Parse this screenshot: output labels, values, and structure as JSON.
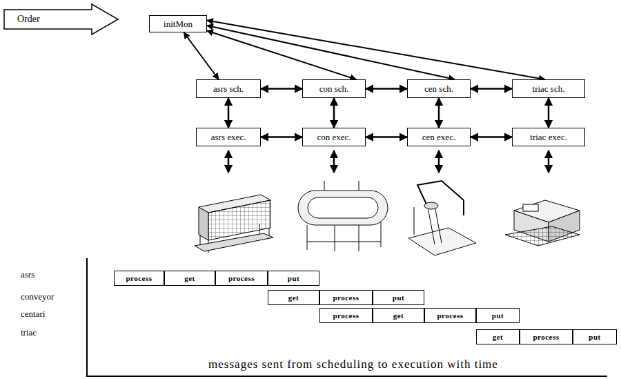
{
  "diagram": {
    "caption": "messages sent from scheduling to execution with time",
    "nodes": [
      {
        "text": [
          "Order"
        ]
      },
      {
        "text": [
          "initMon"
        ]
      },
      {
        "text": [
          "asrs sch."
        ]
      },
      {
        "text": [
          "con sch."
        ]
      },
      {
        "text": [
          "cen sch."
        ]
      },
      {
        "text": [
          "triac sch."
        ]
      },
      {
        "text": [
          "asrs exec."
        ]
      },
      {
        "text": [
          "con exec."
        ]
      },
      {
        "text": [
          "cen exec."
        ]
      },
      {
        "text": [
          "triac exec."
        ]
      },
      {
        "text": [
          "process"
        ]
      },
      {
        "text": [
          "get"
        ]
      },
      {
        "text": [
          "process"
        ]
      },
      {
        "text": [
          "put"
        ]
      },
      {
        "text": [
          "get"
        ]
      },
      {
        "text": [
          "process"
        ]
      },
      {
        "text": [
          "put"
        ]
      },
      {
        "text": [
          "process"
        ]
      },
      {
        "text": [
          "get"
        ]
      },
      {
        "text": [
          "process"
        ]
      },
      {
        "text": [
          "put"
        ]
      },
      {
        "text": [
          "get"
        ]
      },
      {
        "text": [
          "process"
        ]
      },
      {
        "text": [
          "put"
        ]
      }
    ],
    "edges": [
      {
        "from": 1,
        "to": 2,
        "arrow": "both"
      },
      {
        "from": 1,
        "to": 3,
        "arrow": "both"
      },
      {
        "from": 1,
        "to": 4,
        "arrow": "both"
      },
      {
        "from": 1,
        "to": 5,
        "arrow": "both"
      },
      {
        "from": 2,
        "to": 3,
        "arrow": "both"
      },
      {
        "from": 3,
        "to": 4,
        "arrow": "both"
      },
      {
        "from": 4,
        "to": 5,
        "arrow": "both"
      },
      {
        "from": 6,
        "to": 7,
        "arrow": "both"
      },
      {
        "from": 7,
        "to": 8,
        "arrow": "both"
      },
      {
        "from": 8,
        "to": 9,
        "arrow": "both"
      },
      {
        "from": 2,
        "to": 6,
        "arrow": "both"
      },
      {
        "from": 3,
        "to": 7,
        "arrow": "both"
      },
      {
        "from": 4,
        "to": 8,
        "arrow": "both"
      },
      {
        "from": 5,
        "to": 9,
        "arrow": "both"
      }
    ],
    "labels": [
      "asrs",
      "conveyor",
      "centari",
      "triac"
    ]
  }
}
